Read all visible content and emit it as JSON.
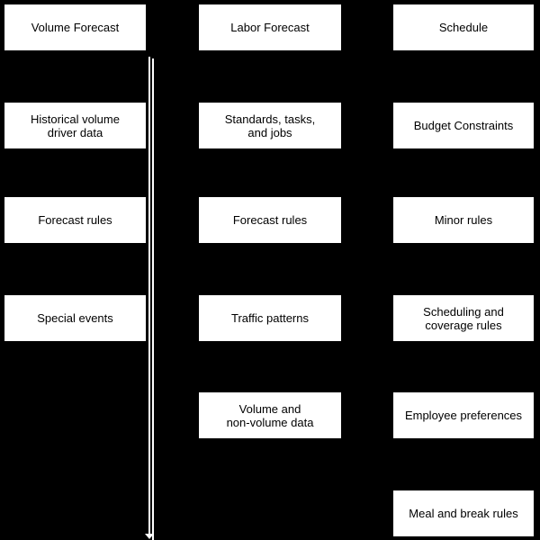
{
  "diagram": {
    "colors": {
      "background": "#000000",
      "box_fill": "#ffffff",
      "box_border": "#000000",
      "text": "#000000",
      "arrow": "#ffffff"
    },
    "columns": [
      {
        "id": "volume-forecast",
        "boxes": [
          {
            "label": "Volume Forecast"
          },
          {
            "label": "Historical volume\ndriver data"
          },
          {
            "label": "Forecast rules"
          },
          {
            "label": "Special events"
          }
        ]
      },
      {
        "id": "labor-forecast",
        "boxes": [
          {
            "label": "Labor Forecast"
          },
          {
            "label": "Standards, tasks,\nand jobs"
          },
          {
            "label": "Forecast rules"
          },
          {
            "label": "Traffic patterns"
          },
          {
            "label": "Volume and\nnon-volume data"
          }
        ]
      },
      {
        "id": "schedule",
        "boxes": [
          {
            "label": "Schedule"
          },
          {
            "label": "Budget Constraints"
          },
          {
            "label": "Minor rules"
          },
          {
            "label": "Scheduling and\ncoverage rules"
          },
          {
            "label": "Employee preferences"
          },
          {
            "label": "Meal and break rules"
          }
        ]
      }
    ]
  }
}
